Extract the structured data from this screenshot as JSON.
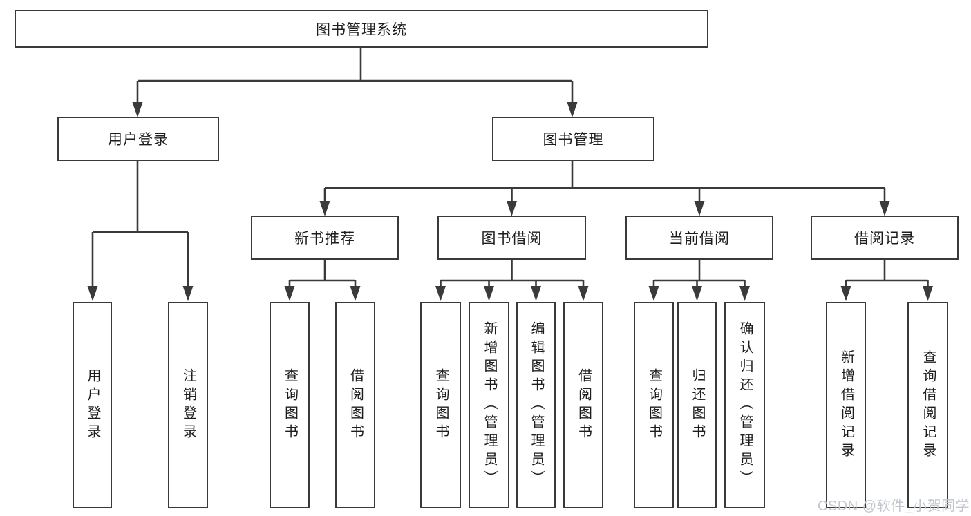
{
  "diagram": {
    "root": "图书管理系统",
    "level2": [
      "用户登录",
      "图书管理"
    ],
    "level3": [
      "新书推荐",
      "图书借阅",
      "当前借阅",
      "借阅记录"
    ],
    "leaves": {
      "user_login": [
        "用户登录",
        "注销登录"
      ],
      "new_book": [
        "查询图书",
        "借阅图书"
      ],
      "book_borrow": [
        "查询图书",
        "新增图书（管理员）",
        "编辑图书（管理员）",
        "借阅图书"
      ],
      "current_borrow": [
        "查询图书",
        "归还图书",
        "确认归还（管理员）"
      ],
      "borrow_record": [
        "新增借阅记录",
        "查询借阅记录"
      ]
    }
  },
  "watermark": "CSDN @软件_小贺同学",
  "colors": {
    "line": "#3a3a3c",
    "box_border": "#3a3a3c",
    "box_background": "#ffffff",
    "text": "#1d1d1f",
    "watermark": "#c2c6cd"
  }
}
